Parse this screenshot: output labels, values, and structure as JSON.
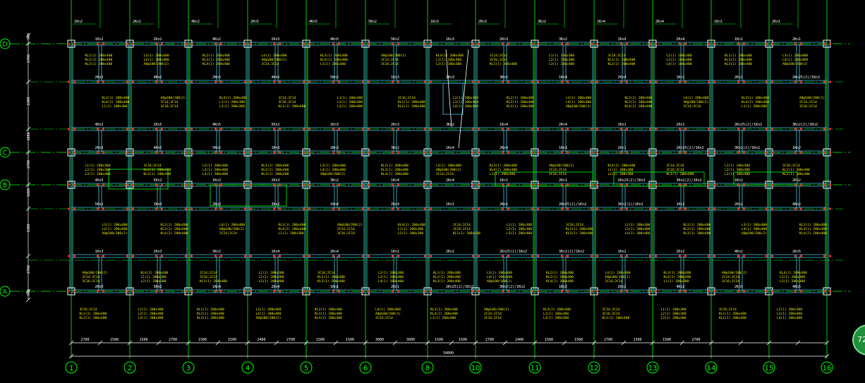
{
  "colors": {
    "background": "#000000",
    "axis": "#00ff00",
    "beam": "#40c8e0",
    "wall": "#ffffff",
    "rebar": "#ff2020",
    "annotation": "#f0f000",
    "dimension": "#ffffff",
    "badge": "#1f8f3a"
  },
  "axes": {
    "columns": [
      "1",
      "2",
      "3",
      "4",
      "5",
      "6",
      "8",
      "10",
      "11",
      "12",
      "13",
      "14",
      "15",
      "16"
    ],
    "rows": [
      "D",
      "C",
      "B",
      "A"
    ]
  },
  "dimensions": {
    "bottom_spans": [
      "2700",
      "1500",
      "1500",
      "2700",
      "1500",
      "1500",
      "2400",
      "2700",
      "1500",
      "1500",
      "3000",
      "3000",
      "1500",
      "1500",
      "2700",
      "2400",
      "1500",
      "1500",
      "2700",
      "1500",
      "1500",
      "2700"
    ],
    "total": "54000",
    "left_spans": [
      "900",
      "2700",
      "3300",
      "1800",
      "2700",
      "1800",
      "3300",
      "2700",
      "600"
    ]
  },
  "beam_labels": [
    "1Kn2",
    "2Kn2",
    "4Kn2",
    "2Kn5",
    "4Kn5",
    "5Kn2",
    "1Kn3",
    "2Kn3",
    "3Kn2",
    "1Kn4",
    "2Kn4",
    "1Kn1",
    "2Kn1",
    "2Kn25(2)/1Kn2",
    "3Kn2(2)/1Kn2"
  ],
  "note_labels": [
    "KL1(1) 200x400",
    "KL2(1) 200x400",
    "KL3(1) 200x400",
    "KL4(2) 200x400",
    "L1(1) 200x300",
    "L2(1) 200x300",
    "L3(1) 200x400",
    "L4(1) 200x400",
    "A8@100/200(2)",
    "2C14;2C14",
    "3C16;2C14"
  ],
  "badge": {
    "label": "72"
  }
}
